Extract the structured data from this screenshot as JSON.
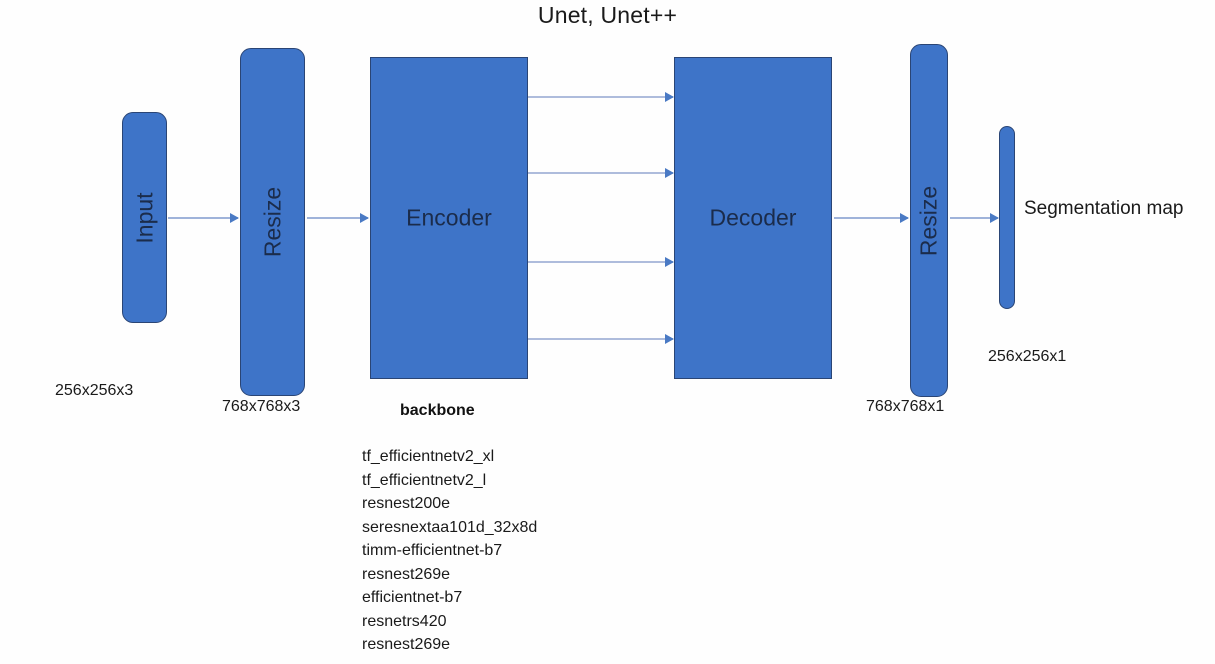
{
  "diagram": {
    "title": "Unet, Unet++",
    "type": "encoder-decoder-architecture",
    "accent_color": "#3e74c8",
    "border_color": "#2a4575",
    "arrow_color": "#9fb3da",
    "arrowhead_color": "#4a7ac4",
    "text_color": "#1a1a1a",
    "block_label_color": "#1b2c4b",
    "background_color": "#fefefe"
  },
  "blocks": {
    "input": {
      "label": "Input",
      "orientation": "vertical",
      "shape": "rounded-rect"
    },
    "resize_in": {
      "label": "Resize",
      "orientation": "vertical",
      "shape": "rounded-rect"
    },
    "encoder": {
      "label": "Encoder",
      "orientation": "horizontal",
      "shape": "rect"
    },
    "decoder": {
      "label": "Decoder",
      "orientation": "horizontal",
      "shape": "rect"
    },
    "resize_out": {
      "label": "Resize",
      "orientation": "vertical",
      "shape": "rounded-rect"
    },
    "output": {
      "label": "",
      "orientation": "vertical",
      "shape": "rounded-rect"
    }
  },
  "captions": {
    "input_shape": "256x256x3",
    "resize_in_shape": "768x768x3",
    "resize_out_shape": "768x768x1",
    "output_shape": "256x256x1",
    "segmentation_map": "Segmentation map"
  },
  "backbone": {
    "heading": "backbone",
    "items": [
      "tf_efficientnetv2_xl",
      "tf_efficientnetv2_l",
      "resnest200e",
      "seresnextaa101d_32x8d",
      "timm-efficientnet-b7",
      "resnest269e",
      "efficientnet-b7",
      "resnetrs420",
      "resnest269e"
    ]
  },
  "connections": {
    "flow": [
      {
        "from": "input",
        "to": "resize_in"
      },
      {
        "from": "resize_in",
        "to": "encoder"
      },
      {
        "from": "decoder",
        "to": "resize_out"
      },
      {
        "from": "resize_out",
        "to": "output"
      }
    ],
    "skip_count": 4,
    "skip_from": "encoder",
    "skip_to": "decoder"
  }
}
